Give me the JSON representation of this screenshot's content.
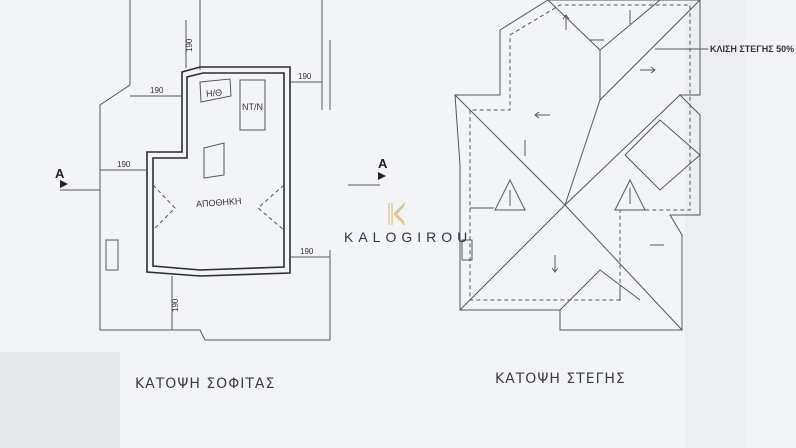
{
  "attic_plan": {
    "title": "ΚΑΤΟΨΗ ΣΟΦΙΤΑΣ",
    "room_label": "ΑΠΟΘΗΚΗ",
    "box_labels": [
      "Η/Θ",
      "ΝΤ/Ν"
    ],
    "dimensions": [
      "190",
      "190",
      "190",
      "190",
      "190",
      "190"
    ],
    "section_marks": [
      "Α",
      "Α"
    ]
  },
  "roof_plan": {
    "title": "ΚΑΤΟΨΗ ΣΤΕΓΗΣ",
    "slope_note": "ΚΛΙΣΗ ΣΤΕΓΗΣ 50%"
  },
  "watermark": {
    "text": "KALOGIROU",
    "accent": "#d9b36a",
    "text_color": "#2d3550"
  }
}
